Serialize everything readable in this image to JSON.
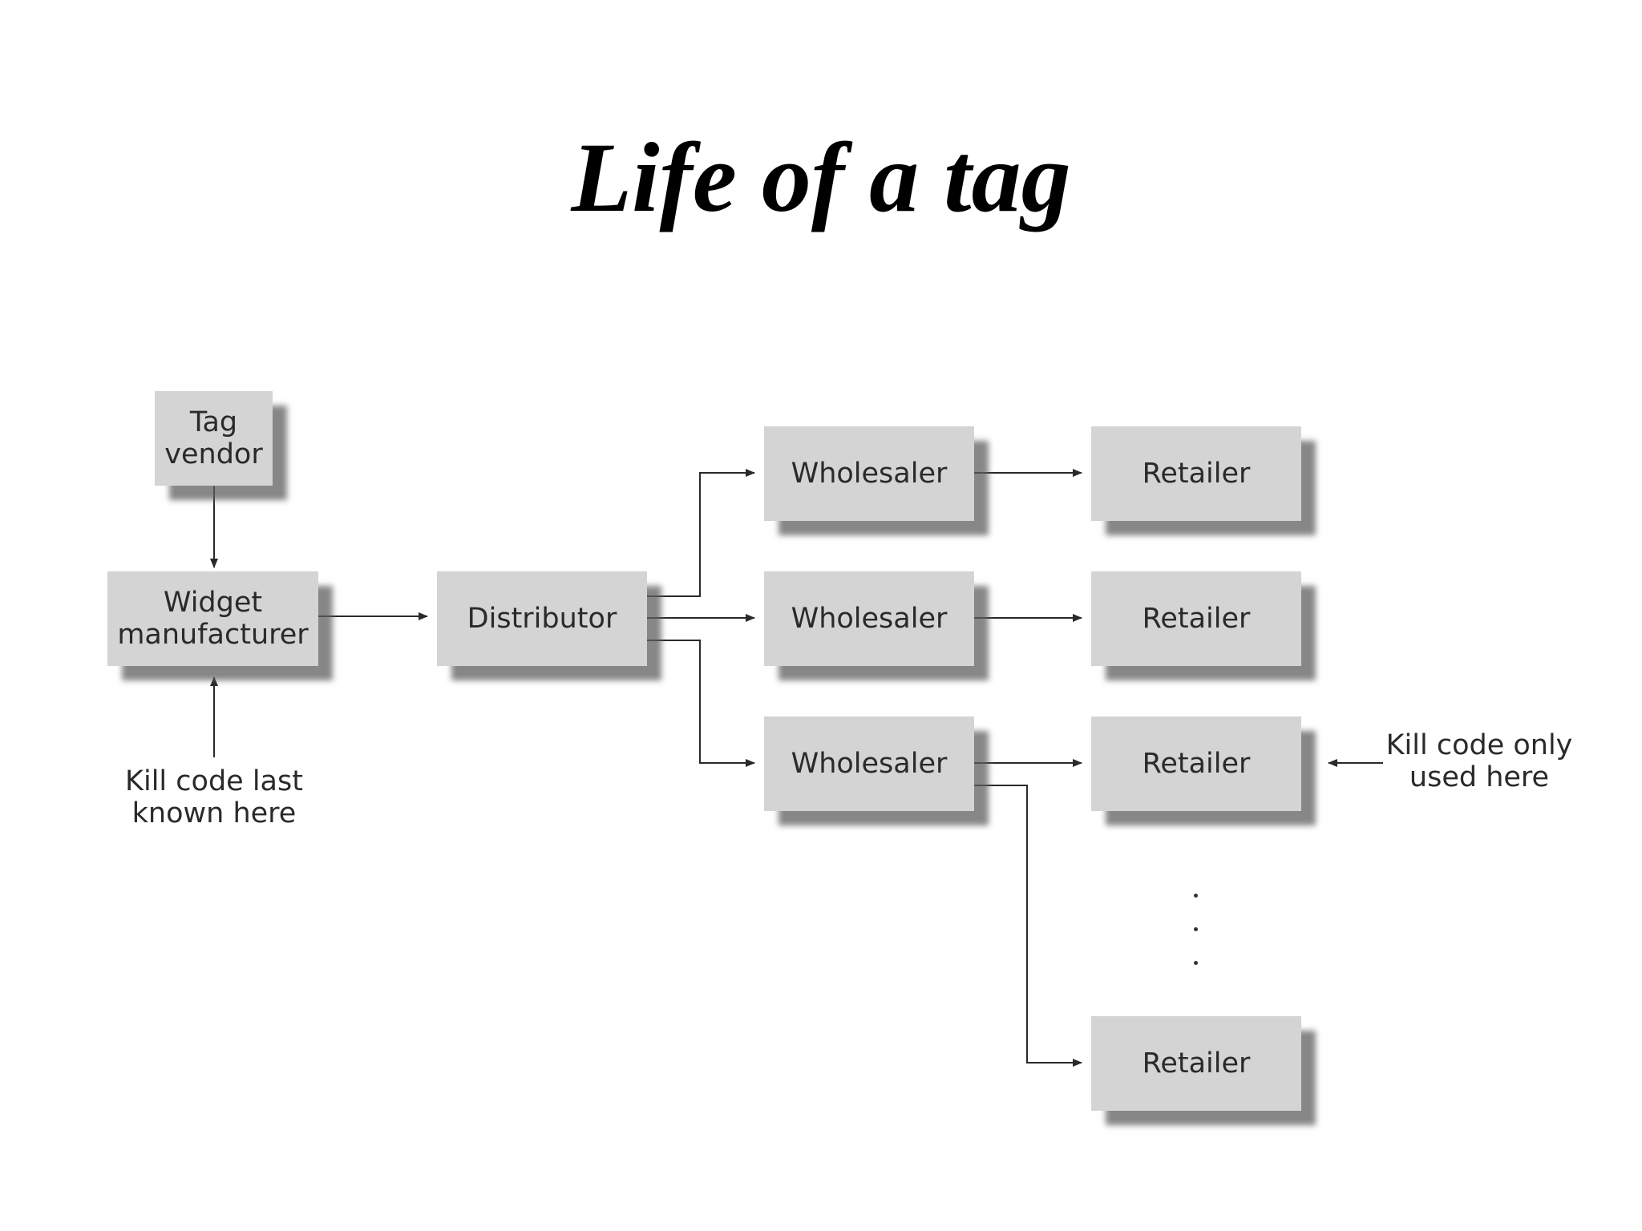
{
  "title": "Life of a tag",
  "nodes": {
    "tag_vendor": "Tag\nvendor",
    "widget_manufacturer": "Widget\nmanufacturer",
    "distributor": "Distributor",
    "wholesaler_1": "Wholesaler",
    "wholesaler_2": "Wholesaler",
    "wholesaler_3": "Wholesaler",
    "retailer_1": "Retailer",
    "retailer_2": "Retailer",
    "retailer_3": "Retailer",
    "retailer_4": "Retailer"
  },
  "notes": {
    "kill_code_last": "Kill code last\nknown here",
    "kill_code_only": "Kill code only\nused here"
  },
  "colors": {
    "box_fill": "#d4d4d5",
    "line": "#2a2a2a"
  }
}
